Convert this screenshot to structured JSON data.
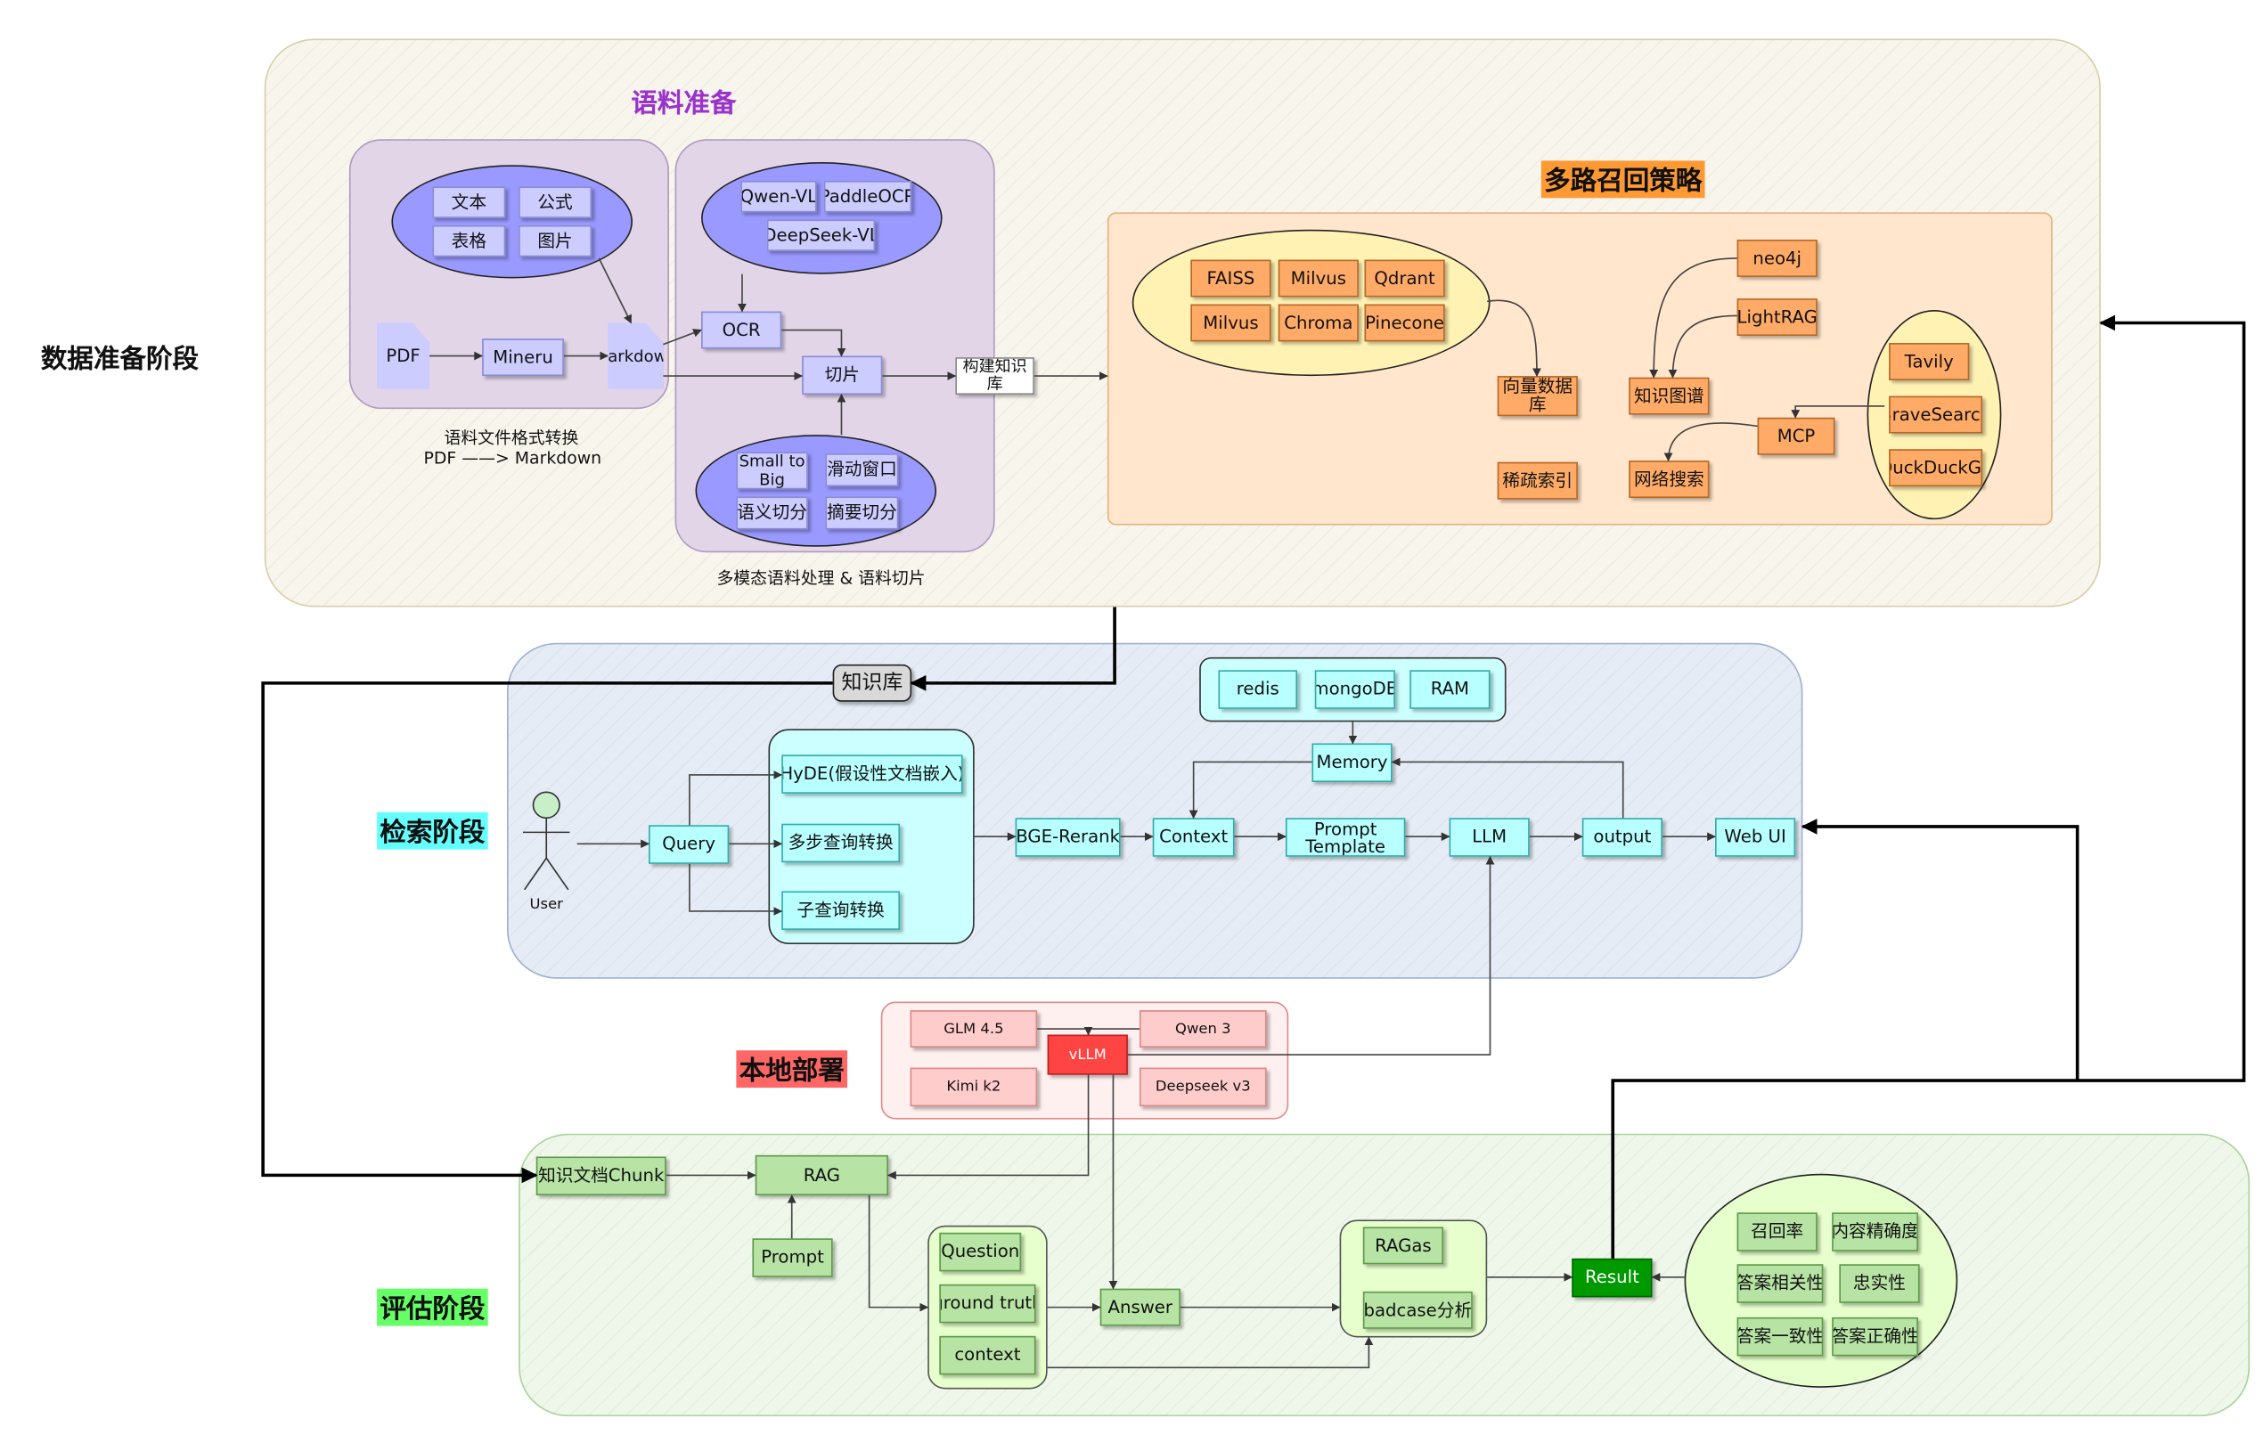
{
  "stages": {
    "data_prep": "数据准备阶段",
    "retrieval": "检索阶段",
    "local_deploy": "本地部署",
    "evaluation": "评估阶段"
  },
  "corpus": {
    "title": "语料准备",
    "conversion": {
      "formats": [
        "文本",
        "公式",
        "表格",
        "图片"
      ],
      "pdf": "PDF",
      "mineru": "Mineru",
      "markdown": "Markdown",
      "caption_line1": "语料文件格式转换",
      "caption_line2": "PDF ——> Markdown"
    },
    "processing": {
      "ocr_models": [
        "Qwen-VL",
        "PaddleOCR",
        "DeepSeek-VL"
      ],
      "ocr": "OCR",
      "chunk": "切片",
      "chunk_methods": [
        "Small to Big",
        "滑动窗口",
        "语义切分",
        "摘要切分"
      ],
      "build_kb": "构建知识库",
      "caption": "多模态语料处理 & 语料切片"
    }
  },
  "recall": {
    "title": "多路召回策略",
    "vector_dbs": [
      "FAISS",
      "Milvus",
      "Qdrant",
      "Milvus",
      "Chroma",
      "Pinecone"
    ],
    "vector_db": "向量数据库",
    "sparse_index": "稀疏索引",
    "neo4j": "neo4j",
    "lightrag": "LightRAG",
    "knowledge_graph": "知识图谱",
    "mcp": "MCP",
    "web_search": "网络搜索",
    "search_engines": [
      "Tavily",
      "BraveSearch",
      "DuckDuckGo"
    ]
  },
  "retrieval": {
    "kb": "知识库",
    "user": "User",
    "query": "Query",
    "transforms": [
      "HyDE(假设性文档嵌入)",
      "多步查询转换",
      "子查询转换"
    ],
    "memory_stores": [
      "redis",
      "mongoDB",
      "RAM"
    ],
    "memory": "Memory",
    "rerank": "BGE-Rerank",
    "context": "Context",
    "prompt_template": "Prompt Template",
    "llm": "LLM",
    "output": "output",
    "webui": "Web UI"
  },
  "deploy": {
    "models": [
      "GLM 4.5",
      "Qwen 3",
      "Kimi k2",
      "Deepseek v3"
    ],
    "vllm": "vLLM"
  },
  "evaluation": {
    "chunk": "知识文档Chunk",
    "rag": "RAG",
    "prompt": "Prompt",
    "dataset": [
      "Question",
      "ground truth",
      "context"
    ],
    "answer": "Answer",
    "ragas": "RAGas",
    "badcase": "badcase分析",
    "result": "Result",
    "metrics": [
      "召回率",
      "内容精确度",
      "答案相关性",
      "忠实性",
      "答案一致性",
      "答案正确性"
    ]
  },
  "colors": {
    "corpus_region": "#f8f5ec",
    "retrieval_region": "#e6ecf5",
    "eval_region": "#eef7ea",
    "lavender_panel": "#e1d5e7",
    "lavender_ellipse": "#9999ff",
    "recall_panel": "#ffe6cc",
    "orange_node": "#ffaa66",
    "cyan_node": "#b8ffff",
    "pink_node": "#ffcccc",
    "vllm": "#ff4444",
    "green_node": "#b7e3a4",
    "result": "#009900",
    "title_highlight_orange": "#ff9933",
    "title_highlight_cyan": "#66ffff",
    "title_highlight_red": "#ff6666",
    "title_highlight_green": "#66ff66"
  }
}
